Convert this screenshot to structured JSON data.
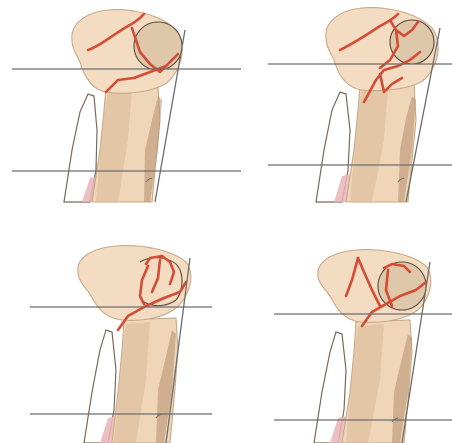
{
  "figure": {
    "panels": [
      {
        "id": "top-left"
      },
      {
        "id": "top-right"
      },
      {
        "id": "bottom-left"
      },
      {
        "id": "bottom-right"
      }
    ],
    "colors": {
      "bone": "#f0d6b9",
      "bone_shadow": "#d9b998",
      "fracture_line": "#d64b34",
      "reference_line": "#6d6d6d",
      "soft_tissue": "#e9b5b7",
      "background": "#ffffff"
    }
  }
}
